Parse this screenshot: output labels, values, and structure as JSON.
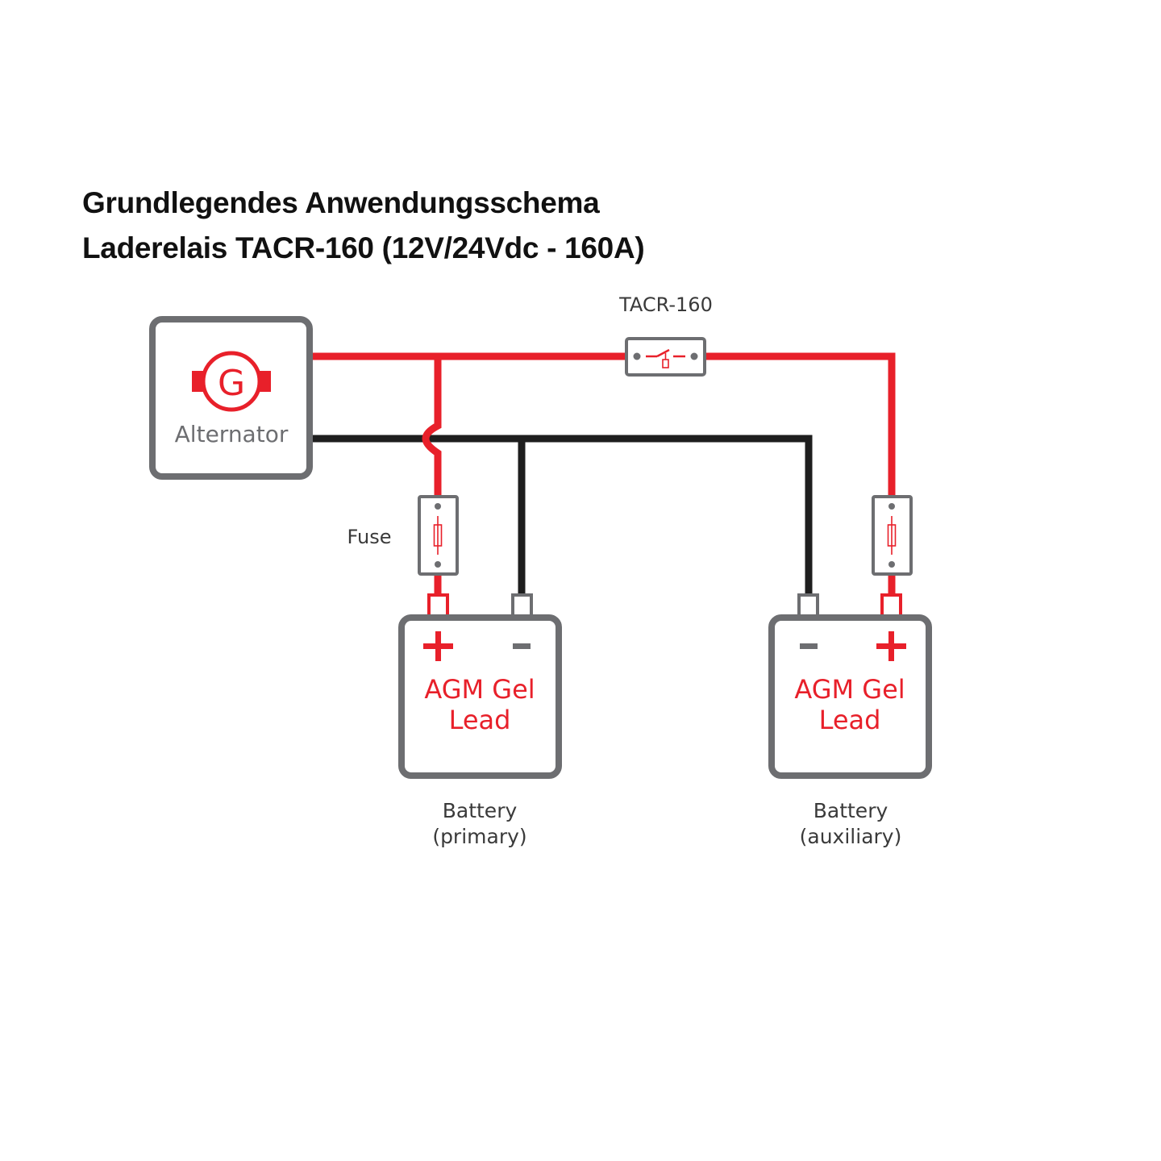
{
  "title": {
    "line1": "Grundlegendes Anwendungsschema",
    "line2": "Laderelais TACR-160 (12V/24Vdc - 160A)"
  },
  "colors": {
    "positive_wire": "#e8202a",
    "negative_wire": "#1e1e1e",
    "component_outline": "#6d6e71",
    "label_text": "#3a3a3a",
    "battery_text": "#e8202a"
  },
  "components": {
    "alternator": {
      "symbol": "G",
      "label": "Alternator"
    },
    "relay": {
      "label": "TACR-160"
    },
    "fuse": {
      "label": "Fuse"
    },
    "battery_primary": {
      "plus": "+",
      "minus": "−",
      "type_line1": "AGM Gel",
      "type_line2": "Lead",
      "caption_line1": "Battery",
      "caption_line2": "(primary)"
    },
    "battery_auxiliary": {
      "plus": "+",
      "minus": "−",
      "type_line1": "AGM Gel",
      "type_line2": "Lead",
      "caption_line1": "Battery",
      "caption_line2": "(auxiliary)"
    }
  }
}
